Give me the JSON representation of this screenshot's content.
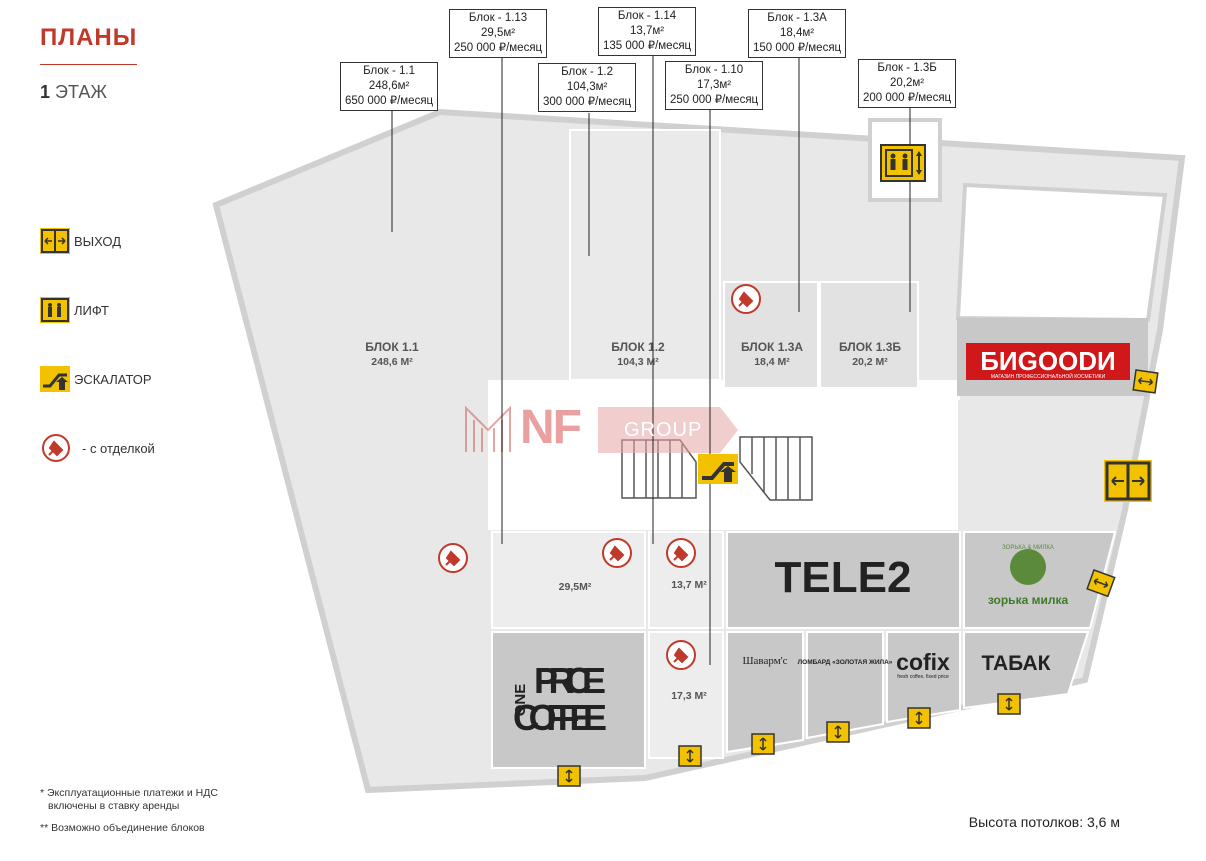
{
  "header": {
    "title": "ПЛАНЫ",
    "floor_number": "1",
    "floor_label": "ЭТАЖ"
  },
  "legend": [
    {
      "icon": "exit-icon",
      "label": "ВЫХОД"
    },
    {
      "icon": "elevator-icon",
      "label": "ЛИФТ"
    },
    {
      "icon": "escalator-icon",
      "label": "ЭСКАЛАТОР"
    },
    {
      "icon": "finishing-icon",
      "label": "- с отделкой"
    }
  ],
  "callouts": [
    {
      "id": "1.13",
      "line1": "Блок - 1.13",
      "line2": "29,5м²",
      "line3": "250 000 ₽/месяц"
    },
    {
      "id": "1.14",
      "line1": "Блок - 1.14",
      "line2": "13,7м²",
      "line3": "135 000 ₽/месяц"
    },
    {
      "id": "1.3A",
      "line1": "Блок - 1.3А",
      "line2": "18,4м²",
      "line3": "150 000 ₽/месяц"
    },
    {
      "id": "1.1",
      "line1": "Блок - 1.1",
      "line2": "248,6м²",
      "line3": "650 000 ₽/месяц"
    },
    {
      "id": "1.2",
      "line1": "Блок - 1.2",
      "line2": "104,3м²",
      "line3": "300 000 ₽/месяц"
    },
    {
      "id": "1.10",
      "line1": "Блок - 1.10",
      "line2": "17,3м²",
      "line3": "250 000 ₽/месяц"
    },
    {
      "id": "1.3B",
      "line1": "Блок - 1.3Б",
      "line2": "20,2м²",
      "line3": "200 000 ₽/месяц"
    }
  ],
  "blocks": {
    "b11": {
      "name": "БЛОК 1.1",
      "area": "248,6 М²"
    },
    "b12": {
      "name": "БЛОК 1.2",
      "area": "104,3 М²"
    },
    "b13a": {
      "name": "БЛОК 1.3А",
      "area": "18,4 М²"
    },
    "b13b": {
      "name": "БЛОК 1.3Б",
      "area": "20,2 М²"
    },
    "b113": {
      "area": "29,5М²"
    },
    "b114": {
      "area": "13,7 М²"
    },
    "b110": {
      "area": "17,3 М²"
    }
  },
  "tenants": {
    "bigoodi": "БИGOODИ",
    "bigoodi_sub": "МАГАЗИН ПРОФЕССИОНАЛЬНОЙ КОСМЕТИКИ",
    "tele2": "TELE2",
    "zorka": "зорька милка",
    "zorka_top": "ЗОРЬКА & МИЛКА",
    "onepricecoffee_one": "ONE",
    "onepricecoffee_price": "PRICE",
    "onepricecoffee_coffee": "COFFEE",
    "shawarma": "Шаварм'с",
    "lombard": "ЛОМБАРД «ЗОЛОТАЯ ЖИЛА»",
    "cofix": "cofix",
    "cofix_sub": "fresh coffee. fixed price",
    "tabak": "ТАБАК"
  },
  "watermark": {
    "brand": "NF",
    "group": "GROUP"
  },
  "notes": {
    "note1_line1": "* Эксплуатационные платежи и НДС",
    "note1_line2": "включены в ставку аренды",
    "note2": "** Возможно объединение блоков"
  },
  "ceiling": "Высота потолков: 3,6 м",
  "colors": {
    "accent": "#c0392b",
    "icon_yellow": "#f2c200",
    "unit_light": "#ededed",
    "unit_dark": "#c9c9c9",
    "tenant_gray": "#c8c8c8",
    "floor": "#e6e6e6"
  }
}
